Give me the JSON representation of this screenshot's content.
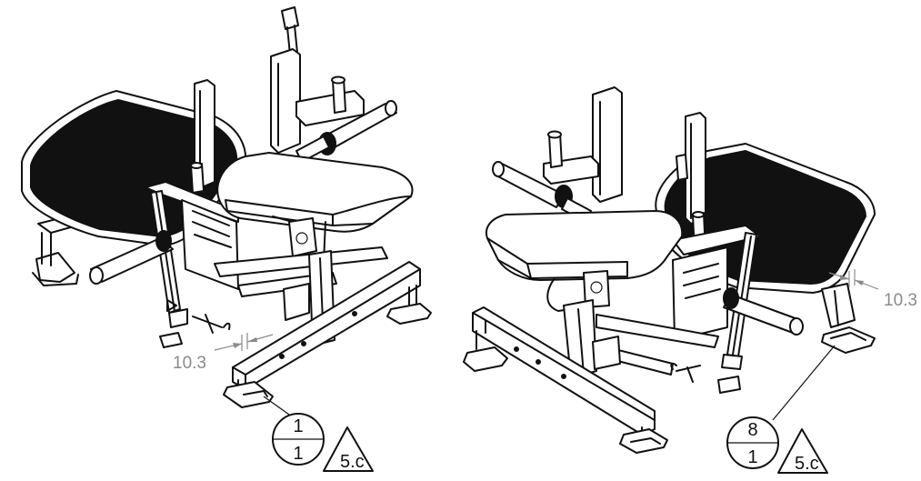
{
  "dimensions": {
    "left_value": "10.3",
    "right_value": "10.3"
  },
  "callouts": {
    "left": {
      "top": "1",
      "bottom": "1",
      "weld": "5.c"
    },
    "right": {
      "top": "8",
      "bottom": "1",
      "weld": "5.c"
    }
  }
}
